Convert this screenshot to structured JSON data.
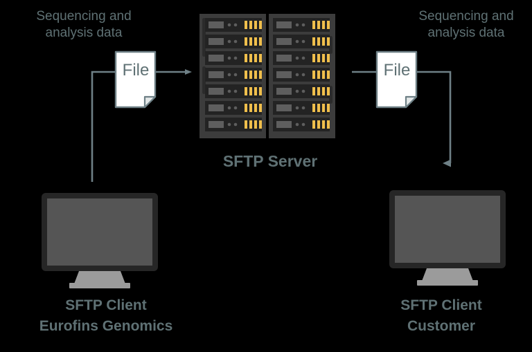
{
  "diagram": {
    "title": "SFTP data transfer flow",
    "background_color": "#000000",
    "text_color": "#5f7174",
    "connector_color": "#6e8086",
    "file_fill": "#ffffff",
    "rack_body_color": "#3c3c3c",
    "rack_slot_color": "#232323",
    "rack_led_color": "#f0bf4c",
    "monitor_bezel_color": "#262626",
    "monitor_screen_color": "#555555",
    "monitor_stand_color": "#9b9b9b"
  },
  "notes": {
    "left": "Sequencing and\nanalysis data",
    "right": "Sequencing and\nanalysis data"
  },
  "files": {
    "left_label": "File",
    "right_label": "File"
  },
  "server": {
    "label": "SFTP Server",
    "rack_count": 2,
    "units_per_rack": 7,
    "leds_per_unit": 4,
    "indicator_dots_per_unit": 2
  },
  "clients": [
    {
      "name": "client-left",
      "label": "SFTP Client\nEurofins Genomics",
      "role": "SFTP Client",
      "owner": "Eurofins Genomics"
    },
    {
      "name": "client-right",
      "label": "SFTP Client\nCustomer",
      "role": "SFTP Client",
      "owner": "Customer"
    }
  ],
  "flows": [
    {
      "name": "upload-flow",
      "from": "client-left",
      "to": "server",
      "direction": "right"
    },
    {
      "name": "download-flow",
      "from": "server",
      "to": "client-right",
      "direction": "down"
    }
  ]
}
